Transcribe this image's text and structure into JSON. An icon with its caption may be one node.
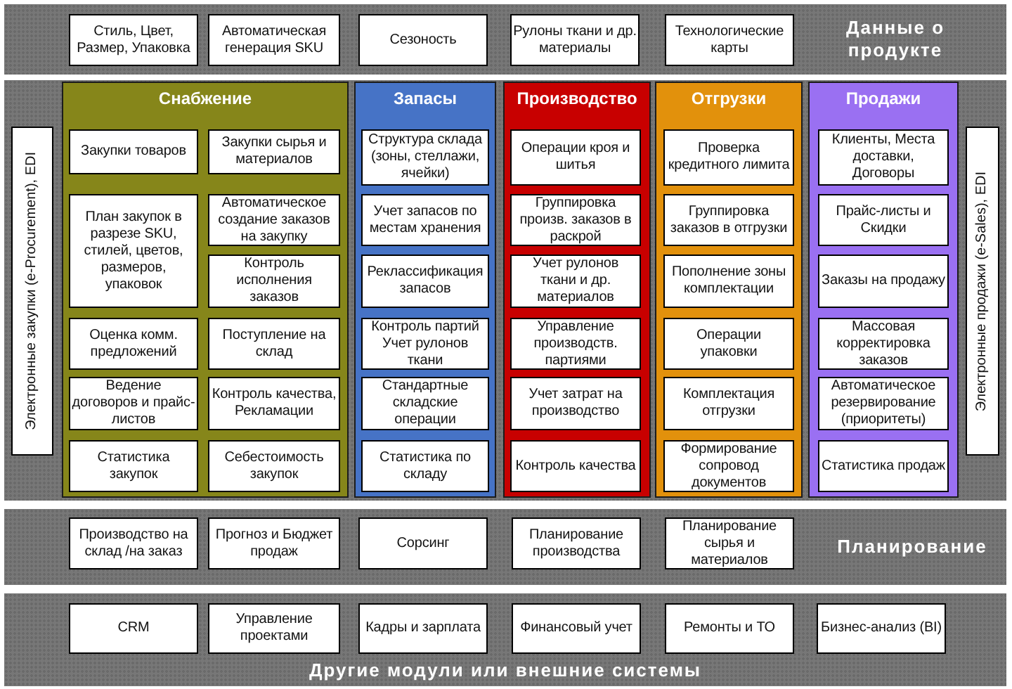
{
  "diagram": {
    "nodes": [
      {
        "text": [
          "Данные о продукте"
        ]
      },
      {
        "text": [
          "Стиль, Цвет, Размер, Упаковка"
        ],
        "in": 0
      },
      {
        "text": [
          "Автоматическая генерация SKU"
        ],
        "in": 0
      },
      {
        "text": [
          "Сезоность"
        ],
        "in": 0
      },
      {
        "text": [
          "Рулоны ткани и др. материалы"
        ],
        "in": 0
      },
      {
        "text": [
          "Технологические карты"
        ],
        "in": 0
      },
      {
        "text": [],
        "shape": "band"
      },
      {
        "text": [
          "Электронные закупки (e-Procurement), EDI"
        ],
        "in": 6
      },
      {
        "text": [
          "Снабжение"
        ],
        "in": 6
      },
      {
        "text": [
          "Закупки товаров"
        ],
        "in": 8
      },
      {
        "text": [
          "Закупки сырья и материалов"
        ],
        "in": 8
      },
      {
        "text": [
          "План закупок в разрезе SKU, стилей, цветов, размеров, упаковок"
        ],
        "in": 8
      },
      {
        "text": [
          "Автоматическое создание заказов на закупку"
        ],
        "in": 8
      },
      {
        "text": [
          "Контроль исполнения заказов"
        ],
        "in": 8
      },
      {
        "text": [
          "Оценка комм. предложений"
        ],
        "in": 8
      },
      {
        "text": [
          "Поступление на склад"
        ],
        "in": 8
      },
      {
        "text": [
          "Ведение договоров и прайс-листов"
        ],
        "in": 8
      },
      {
        "text": [
          "Контроль качества, Рекламации"
        ],
        "in": 8
      },
      {
        "text": [
          "Статистика закупок"
        ],
        "in": 8
      },
      {
        "text": [
          "Себестоимость закупок"
        ],
        "in": 8
      },
      {
        "text": [
          "Запасы"
        ],
        "in": 6
      },
      {
        "text": [
          "Структура склада (зоны, стеллажи, ячейки)"
        ],
        "in": 20
      },
      {
        "text": [
          "Учет запасов по местам хранения"
        ],
        "in": 20
      },
      {
        "text": [
          "Реклассификация запасов"
        ],
        "in": 20
      },
      {
        "text": [
          "Контроль партий",
          "Учет рулонов ткани"
        ],
        "in": 20
      },
      {
        "text": [
          "Стандартные складские операции"
        ],
        "in": 20
      },
      {
        "text": [
          "Статистика по складу"
        ],
        "in": 20
      },
      {
        "text": [
          "Производство"
        ],
        "in": 6
      },
      {
        "text": [
          "Операции кроя и шитья"
        ],
        "in": 27
      },
      {
        "text": [
          "Группировка произв. заказов в раскрой"
        ],
        "in": 27
      },
      {
        "text": [
          "Учет рулонов ткани и др. материалов"
        ],
        "in": 27
      },
      {
        "text": [
          "Управление производств. партиями"
        ],
        "in": 27
      },
      {
        "text": [
          "Учет затрат на производство"
        ],
        "in": 27
      },
      {
        "text": [
          "Контроль качества"
        ],
        "in": 27
      },
      {
        "text": [
          "Отгрузки"
        ],
        "in": 6
      },
      {
        "text": [
          "Проверка кредитного лимита"
        ],
        "in": 34
      },
      {
        "text": [
          "Группировка заказов в отгрузки"
        ],
        "in": 34
      },
      {
        "text": [
          "Пополнение зоны комплектации"
        ],
        "in": 34
      },
      {
        "text": [
          "Операции упаковки"
        ],
        "in": 34
      },
      {
        "text": [
          "Комплектация отгрузки"
        ],
        "in": 34
      },
      {
        "text": [
          "Формирование сопровод документов"
        ],
        "in": 34
      },
      {
        "text": [
          "Продажи"
        ],
        "in": 6
      },
      {
        "text": [
          "Клиенты, Места доставки, Договоры"
        ],
        "in": 41
      },
      {
        "text": [
          "Прайс-листы и Скидки"
        ],
        "in": 41
      },
      {
        "text": [
          "Заказы на продажу"
        ],
        "in": 41
      },
      {
        "text": [
          "Массовая корректировка заказов"
        ],
        "in": 41
      },
      {
        "text": [
          "Автоматическое резервирование (приоритеты)"
        ],
        "in": 41
      },
      {
        "text": [
          "Статистика продаж"
        ],
        "in": 41
      },
      {
        "text": [
          "Электронные продажи (e-Sales), EDI"
        ],
        "in": 6
      },
      {
        "text": [
          "Планирование"
        ]
      },
      {
        "text": [
          "Производство на склад /на заказ"
        ],
        "in": 49
      },
      {
        "text": [
          "Прогноз и Бюджет продаж"
        ],
        "in": 49
      },
      {
        "text": [
          "Сорсинг"
        ],
        "in": 49
      },
      {
        "text": [
          "Планирование производства"
        ],
        "in": 49
      },
      {
        "text": [
          "Планирование сырья и материалов"
        ],
        "in": 49
      },
      {
        "text": [
          "Другие модули или внешние системы"
        ]
      },
      {
        "text": [
          "CRM"
        ],
        "in": 55
      },
      {
        "text": [
          "Управление проектами"
        ],
        "in": 55
      },
      {
        "text": [
          "Кадры и зарплата"
        ],
        "in": 55
      },
      {
        "text": [
          "Финансовый учет"
        ],
        "in": 55
      },
      {
        "text": [
          "Ремонты и ТО"
        ],
        "in": 55
      },
      {
        "text": [
          "Бизнес-анализ (BI)"
        ],
        "in": 55
      }
    ]
  }
}
